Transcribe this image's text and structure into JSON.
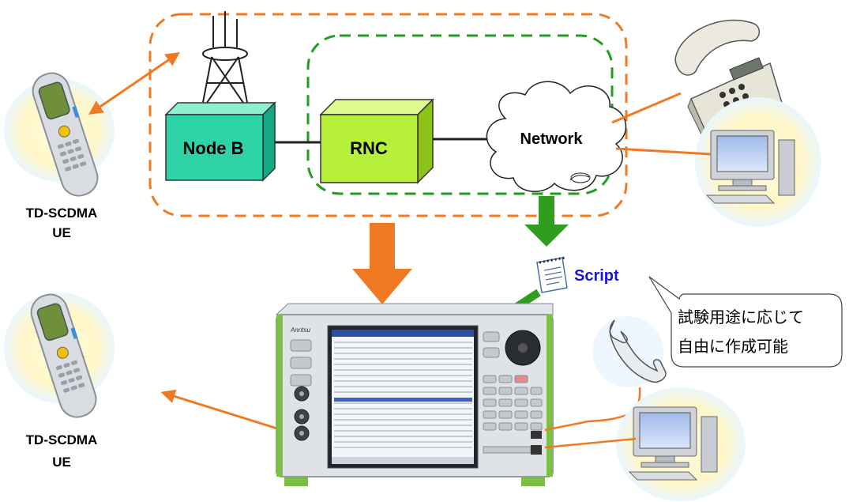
{
  "colors": {
    "network_boundary": "#F07A23",
    "core_boundary": "#1E9E1E",
    "nodeb_fill": "#2ED3A7",
    "rnc_fill": "#B7F03A",
    "orange_arrow": "#F07A23",
    "green_arrow": "#2F9E1F",
    "script_text": "#1414E6"
  },
  "labels": {
    "node_b": "Node B",
    "rnc": "RNC",
    "network": "Network",
    "ue_top_line1": "TD-SCDMA",
    "ue_top_line2": "UE",
    "ue_bottom_line1": "TD-SCDMA",
    "ue_bottom_line2": "UE",
    "script": "Script",
    "callout_line1": "試験用途に応じて",
    "callout_line2": "自由に作成可能",
    "tester_brand": "Anritsu"
  },
  "icons": {
    "phone_handset": "mobile-phone-icon",
    "desk_phone": "desk-phone-icon",
    "computer": "desktop-computer-icon",
    "antenna": "antenna-tower-icon",
    "script": "script-document-icon",
    "tester": "radio-communication-tester-icon",
    "handset": "telephone-handset-icon"
  }
}
